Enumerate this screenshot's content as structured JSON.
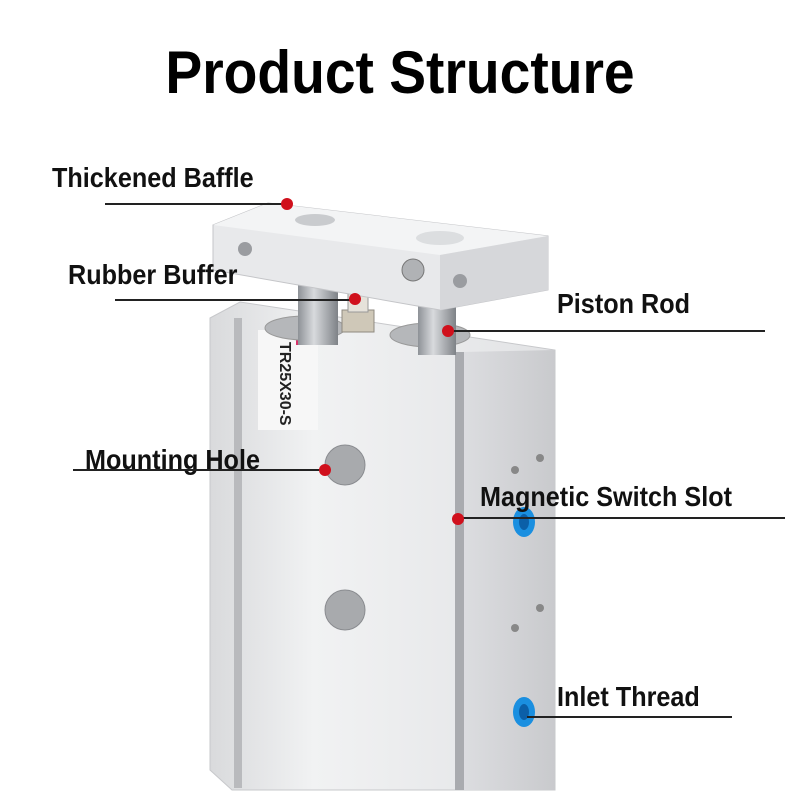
{
  "title": "Product Structure",
  "model_label": "TR25X30-S",
  "callouts": [
    {
      "id": "thickened-baffle",
      "text": "Thickened Baffle"
    },
    {
      "id": "rubber-buffer",
      "text": "Rubber Buffer"
    },
    {
      "id": "piston-rod",
      "text": "Piston Rod"
    },
    {
      "id": "mounting-hole",
      "text": "Mounting Hole"
    },
    {
      "id": "magnetic-switch-slot",
      "text": "Magnetic Switch Slot"
    },
    {
      "id": "inlet-thread",
      "text": "Inlet Thread"
    }
  ],
  "colors": {
    "dot": "#d0101c",
    "fitting": "#1a8fe0",
    "aluminum": "#e6e7e9"
  }
}
